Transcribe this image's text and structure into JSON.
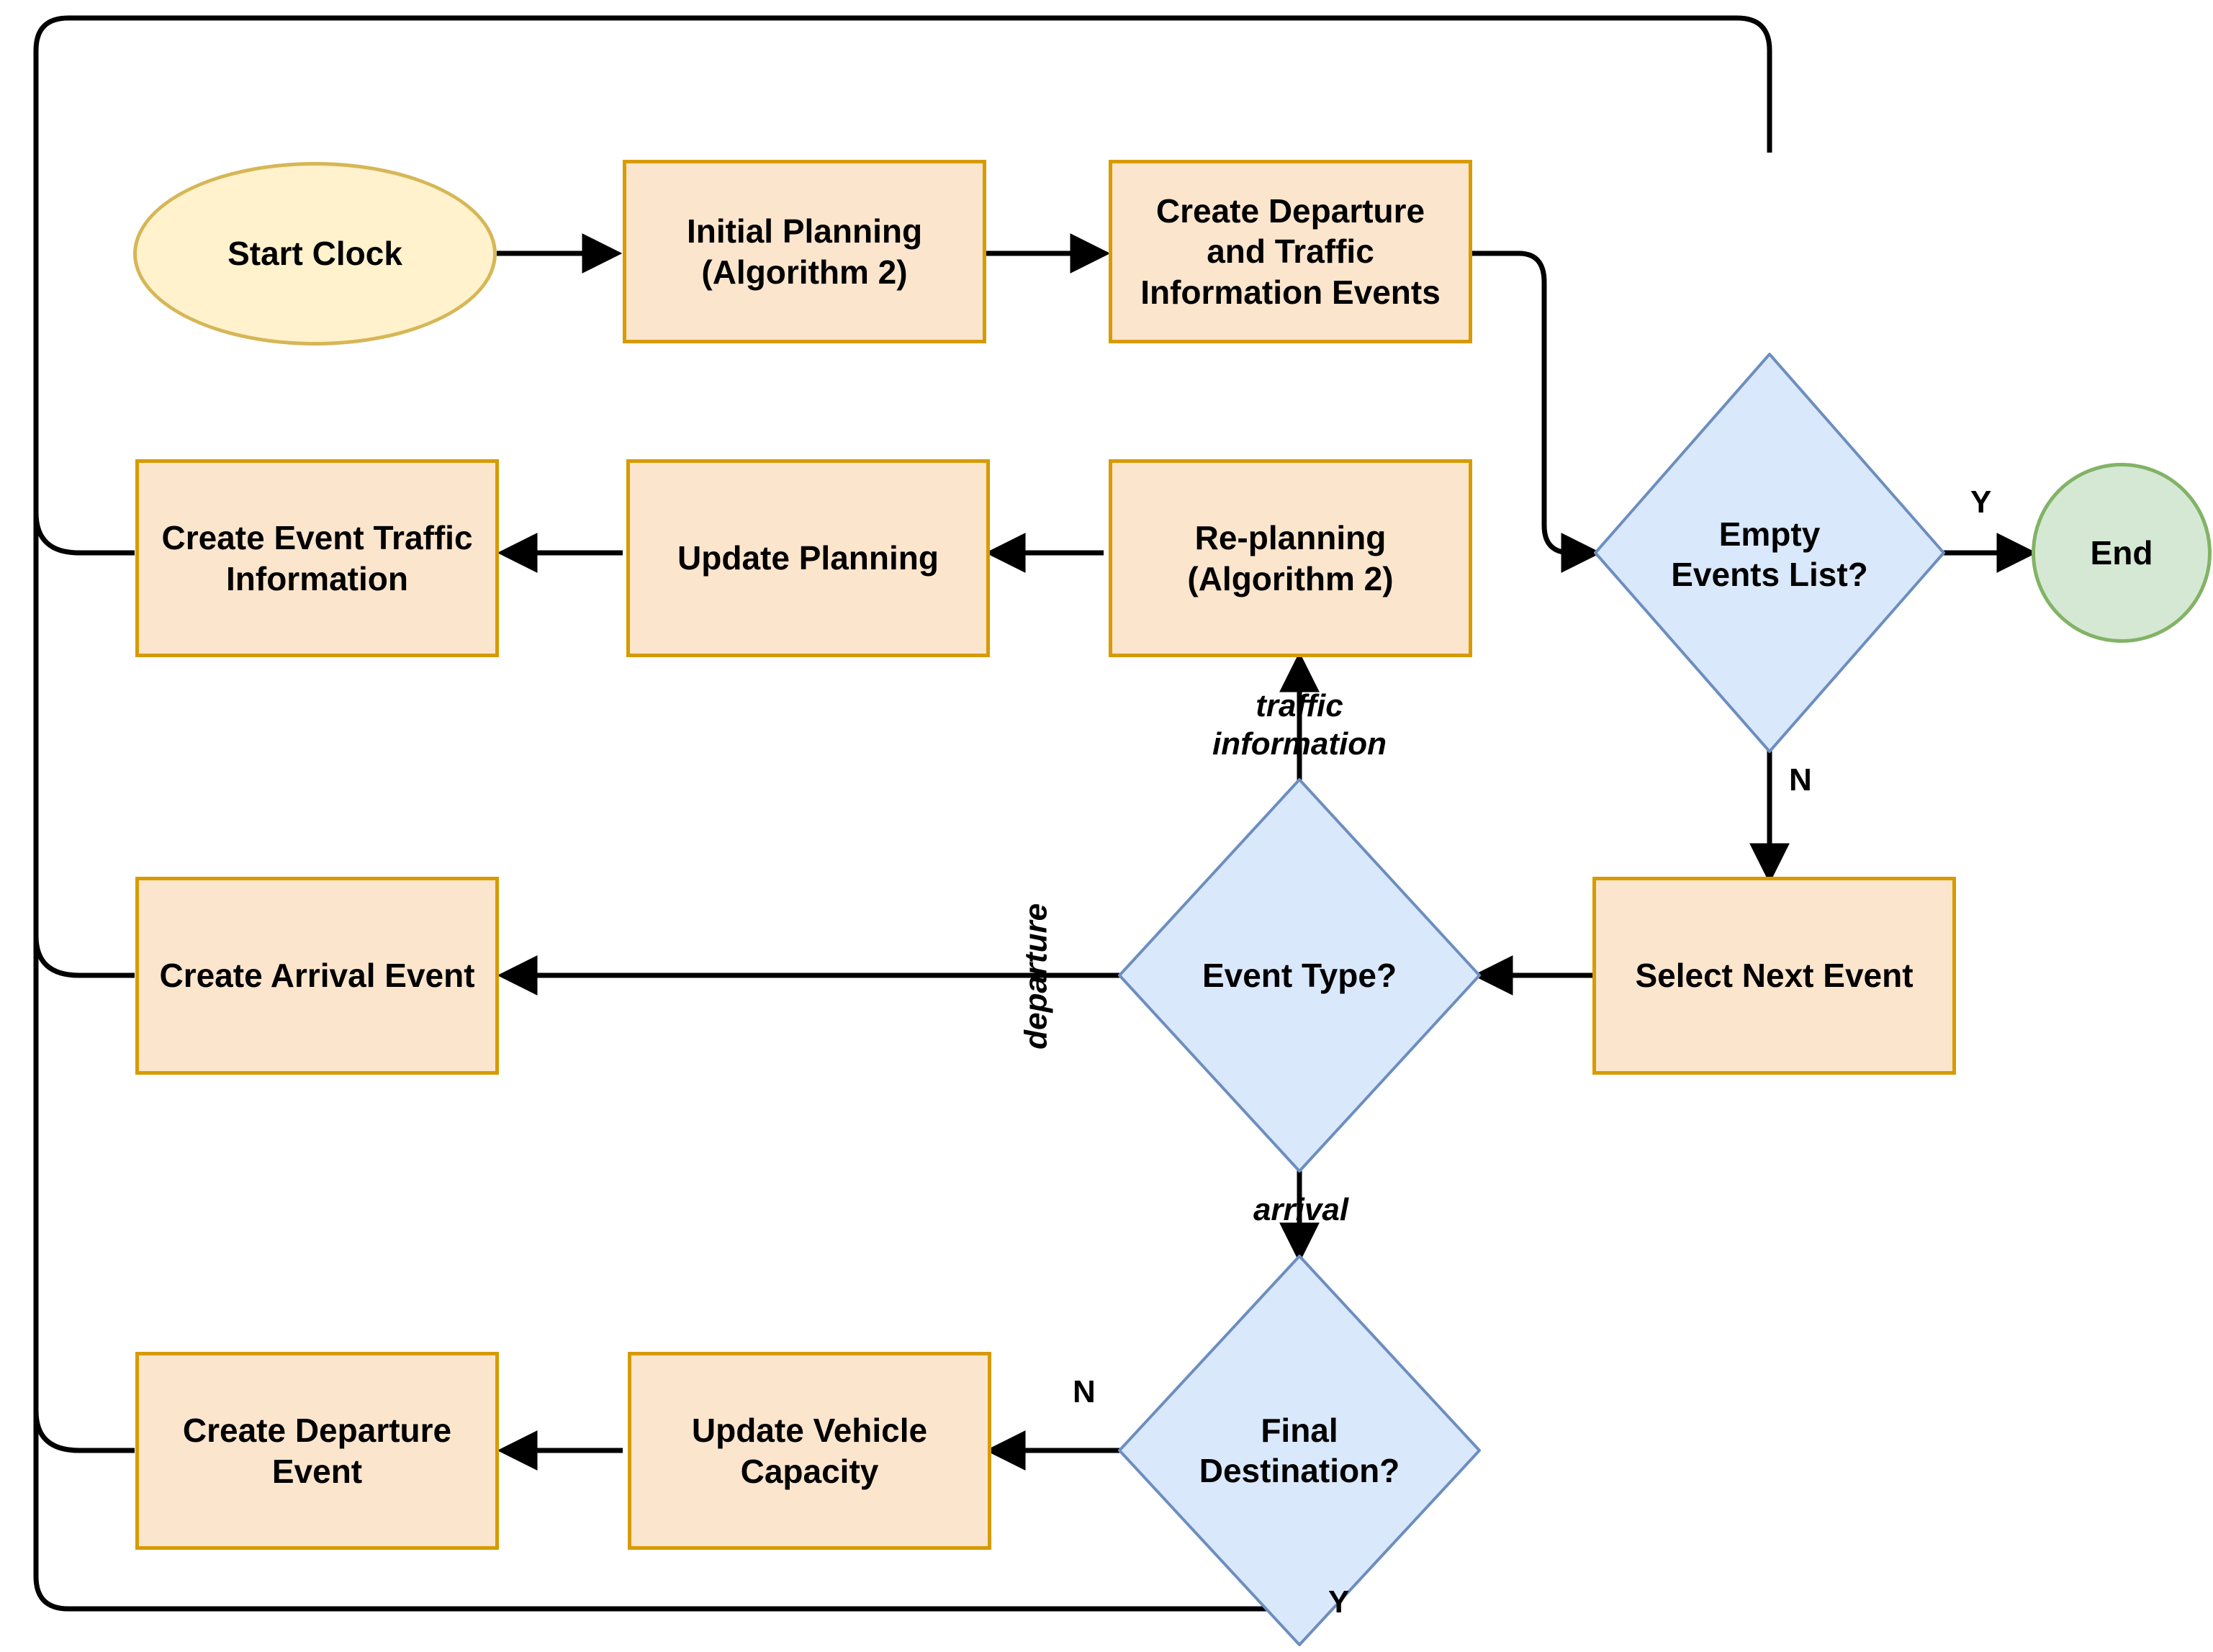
{
  "diagram": {
    "title": "Event-driven simulation flowchart",
    "colors": {
      "process_fill": "#FCE5CD",
      "process_stroke": "#D79B00",
      "decision_fill": "#DAE8FC",
      "decision_stroke": "#6C8EBF",
      "start_fill": "#FFF2CC",
      "start_stroke": "#D6B656",
      "end_fill": "#D5E8D4",
      "end_stroke": "#82B366",
      "edge_stroke": "#000000"
    },
    "nodes": {
      "start_clock": {
        "label": "Start Clock",
        "shape": "ellipse"
      },
      "initial_planning": {
        "label": "Initial Planning\n(Algorithm 2)",
        "line1": "Initial Planning",
        "line2": "(Algorithm 2)",
        "shape": "process"
      },
      "create_departure_traffic_events": {
        "line1": "Create Departure",
        "line2": "and Traffic",
        "line3": "Information Events",
        "shape": "process"
      },
      "empty_events_list": {
        "line1": "Empty",
        "line2": "Events List?",
        "shape": "decision"
      },
      "end": {
        "label": "End",
        "shape": "circle"
      },
      "select_next_event": {
        "label": "Select Next Event",
        "shape": "process"
      },
      "event_type": {
        "label": "Event Type?",
        "shape": "decision"
      },
      "re_planning": {
        "line1": "Re-planning",
        "line2": "(Algorithm 2)",
        "shape": "process"
      },
      "update_planning": {
        "label": "Update Planning",
        "shape": "process"
      },
      "create_event_traffic_information": {
        "line1": "Create Event Traffic",
        "line2": "Information",
        "shape": "process"
      },
      "create_arrival_event": {
        "label": "Create Arrival Event",
        "shape": "process"
      },
      "final_destination": {
        "line1": "Final",
        "line2": "Destination?",
        "shape": "decision"
      },
      "update_vehicle_capacity": {
        "line1": "Update Vehicle",
        "line2": "Capacity",
        "shape": "process"
      },
      "create_departure_event": {
        "line1": "Create Departure",
        "line2": "Event",
        "shape": "process"
      }
    },
    "edge_labels": {
      "empty_yes": "Y",
      "empty_no": "N",
      "event_type_traffic": "traffic\ninformation",
      "event_type_traffic_l1": "traffic",
      "event_type_traffic_l2": "information",
      "event_type_departure": "departure",
      "event_type_arrival": "arrival",
      "final_destination_no": "N",
      "final_destination_yes": "Y"
    }
  }
}
